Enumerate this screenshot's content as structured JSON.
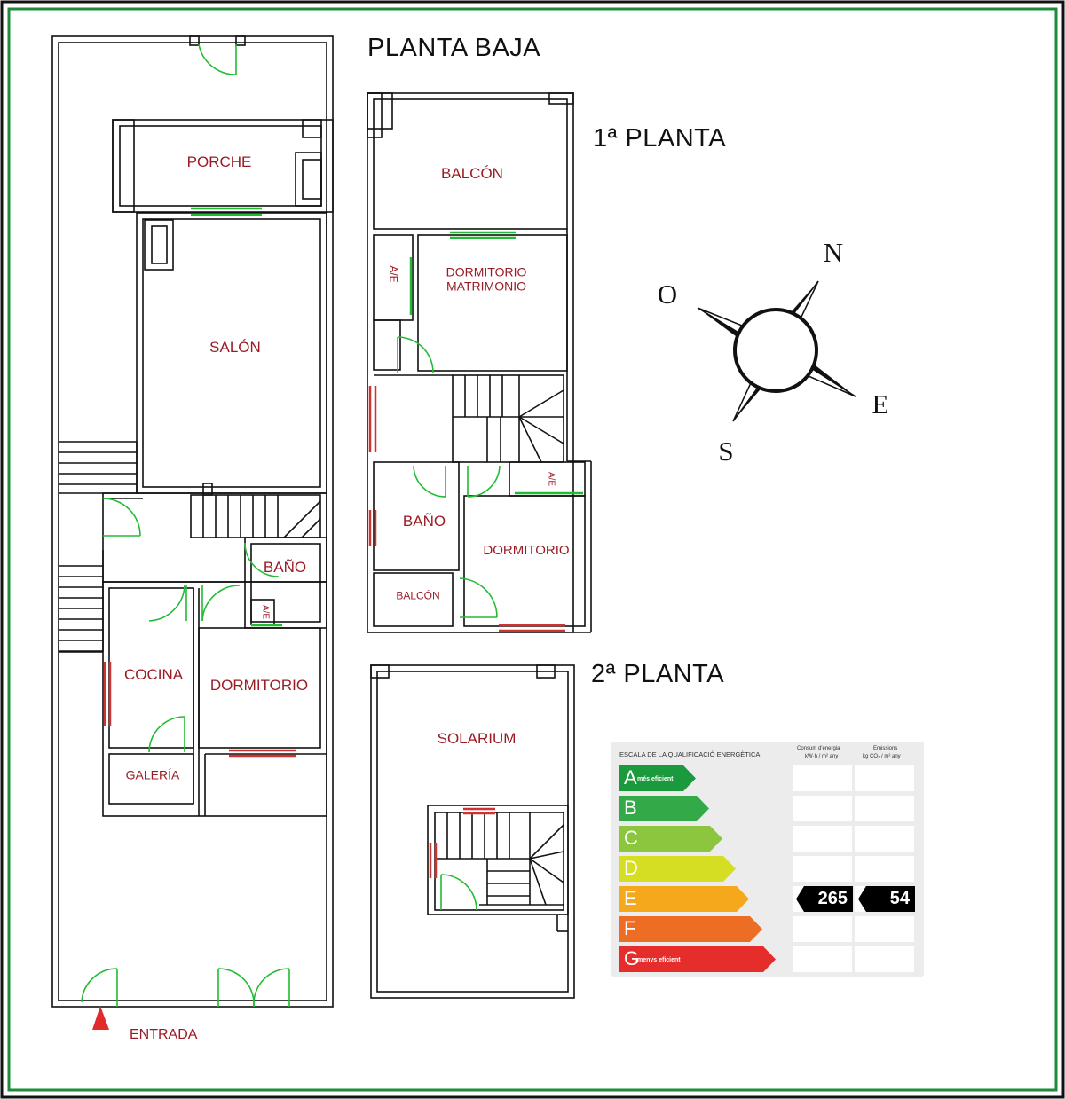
{
  "titles": {
    "ground": "PLANTA BAJA",
    "first": "1ª PLANTA",
    "second": "2ª PLANTA"
  },
  "ground_floor": {
    "porche": "PORCHE",
    "salon": "SALÓN",
    "bano": "BAÑO",
    "ave": "A/E",
    "cocina": "COCINA",
    "dormitorio": "DORMITORIO",
    "galeria": "GALERÍA",
    "entrada": "ENTRADA"
  },
  "first_floor": {
    "balcon_top": "BALCÓN",
    "ave_left": "A/E",
    "dorm_matrimonio_1": "DORMITORIO",
    "dorm_matrimonio_2": "MATRIMONIO",
    "bano": "BAÑO",
    "ave_right": "A/E",
    "dormitorio": "DORMITORIO",
    "balcon_bottom": "BALCÓN"
  },
  "second_floor": {
    "solarium": "SOLARIUM"
  },
  "compass": {
    "n": "N",
    "o": "O",
    "e": "E",
    "s": "S"
  },
  "energy_label": {
    "title": "ESCALA DE LA QUALIFICACIÓ ENERGÈTICA",
    "col1_line1": "Consum d'energia",
    "col1_line2": "kW·h / m² any",
    "col2_line1": "Emissions",
    "col2_line2": "kg CO₂ / m² any",
    "classes": [
      {
        "letter": "A",
        "sub": "més eficient",
        "color": "#1a9a3c"
      },
      {
        "letter": "B",
        "sub": "",
        "color": "#33a948"
      },
      {
        "letter": "C",
        "sub": "",
        "color": "#8cc63f"
      },
      {
        "letter": "D",
        "sub": "",
        "color": "#d6de23"
      },
      {
        "letter": "E",
        "sub": "",
        "color": "#f6a81c"
      },
      {
        "letter": "F",
        "sub": "",
        "color": "#ee6d24"
      },
      {
        "letter": "G",
        "sub": "menys eficient",
        "color": "#e52d2b"
      }
    ],
    "rating_letter": "E",
    "consumption": "265",
    "emissions": "54"
  },
  "colors": {
    "border": "#1e8a3a",
    "wall": "#111111",
    "window": "#22bb33",
    "window_red": "#cc3333",
    "label": "#9b1b24"
  }
}
